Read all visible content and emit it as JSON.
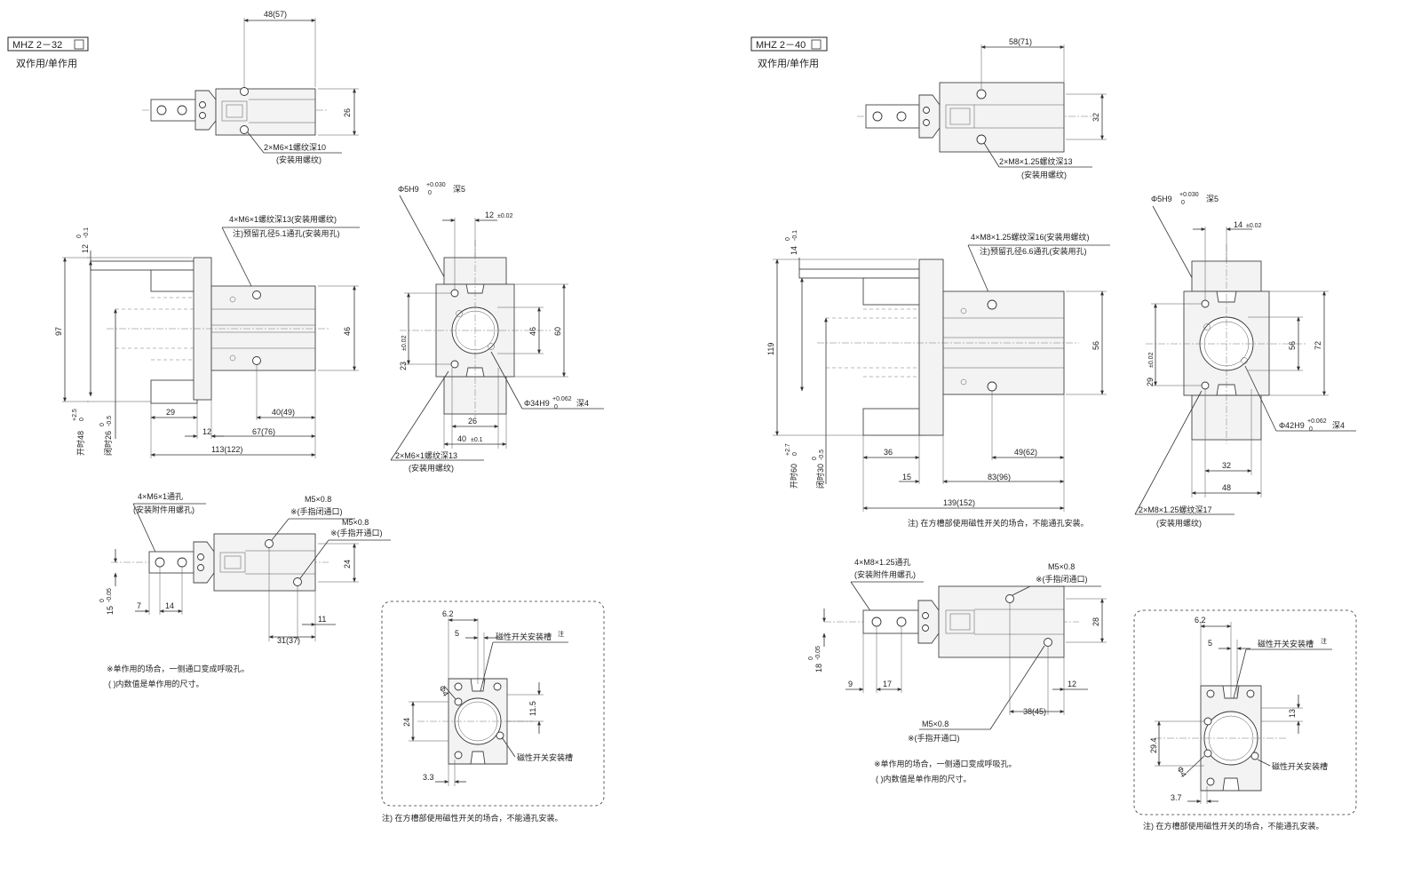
{
  "left": {
    "model": "MHZ 2－32",
    "subtitle": "双作用/单作用",
    "top_view": {
      "dim_width": "48(57)",
      "dim_height": "26",
      "thread_note": "2×M6×1螺纹深10",
      "thread_note_2": "(安装用螺纹)"
    },
    "front_view": {
      "thread_note": "4×M6×1螺纹深13(安装用螺纹)",
      "thread_note_2": "注)预留孔径5.1通孔(安装用孔)",
      "dim_97": "97",
      "dim_12": "12",
      "dim_12_tol_top": "0",
      "dim_12_tol_bot": "-0.1",
      "dim_46": "46",
      "dim_29": "29",
      "dim_40": "40(49)",
      "dim_12b": "12",
      "dim_67": "67(76)",
      "dim_113": "113(122)",
      "open": "开时48",
      "open_tol_top": "+2.5",
      "open_tol_bot": "0",
      "close": "闭时26",
      "close_tol_top": "0",
      "close_tol_bot": "-0.5"
    },
    "side_view": {
      "pin_hole": "Φ5H9",
      "pin_tol_top": "+0.030",
      "pin_tol_bot": "0",
      "pin_depth": "深5",
      "dim_12": "12",
      "dim_12_tol": "±0.02",
      "dim_23": "23",
      "dim_23_tol": "±0.02",
      "dim_46": "46",
      "dim_60": "60",
      "bore": "Φ34H9",
      "bore_tol_top": "+0.062",
      "bore_tol_bot": "0",
      "bore_depth": "深4",
      "dim_26": "26",
      "dim_40": "40",
      "dim_40_tol": "±0.1",
      "thread_note": "2×M6×1螺纹深13",
      "thread_note_2": "(安装用螺纹)"
    },
    "bottom_view": {
      "hole_note": "4×M6×1通孔",
      "hole_note_2": "(安装附件用螺孔)",
      "port1": "M5×0.8",
      "port1_note": "※(手指闭通口)",
      "port2": "M5×0.8",
      "port2_note": "※(手指开通口)",
      "dim_24": "24",
      "dim_15": "15",
      "dim_15_tol_top": "0",
      "dim_15_tol_bot": "-0.05",
      "dim_7": "7",
      "dim_14": "14",
      "dim_11": "11",
      "dim_31": "31(37)"
    },
    "notes": [
      "※单作用的场合，一侧通口变成呼吸孔。",
      "(  )内数值是单作用的尺寸。"
    ],
    "detail": {
      "dim_62": "6.2",
      "dim_5": "5",
      "slot_label": "磁性开关安装槽",
      "note_mark": "注",
      "dim_115": "11.5",
      "phi4": "Φ4",
      "dim_24": "24",
      "slot_label_2": "磁性开关安装槽",
      "dim_33": "3.3",
      "footnote": "注) 在方槽部使用磁性开关的场合，不能通孔安装。"
    }
  },
  "right": {
    "model": "MHZ 2－40",
    "subtitle": "双作用/单作用",
    "top_view": {
      "dim_width": "58(71)",
      "dim_height": "32",
      "thread_note": "2×M8×1.25螺纹深13",
      "thread_note_2": "(安装用螺纹)"
    },
    "front_view": {
      "thread_note": "4×M8×1.25螺纹深16(安装用螺纹)",
      "thread_note_2": "注)预留孔径6.6通孔(安装用孔)",
      "dim_119": "119",
      "dim_14": "14",
      "dim_14_tol_top": "0",
      "dim_14_tol_bot": "-0.1",
      "dim_56": "56",
      "dim_36": "36",
      "dim_49": "49(62)",
      "dim_15": "15",
      "dim_83": "83(96)",
      "dim_139": "139(152)",
      "open": "开时60",
      "open_tol_top": "+2.7",
      "open_tol_bot": "0",
      "close": "闭时30",
      "close_tol_top": "0",
      "close_tol_bot": "-0.5",
      "footnote": "注) 在方槽部使用磁性开关的场合，不能通孔安装。"
    },
    "side_view": {
      "pin_hole": "Φ5H9",
      "pin_tol_top": "+0.030",
      "pin_tol_bot": "0",
      "pin_depth": "深5",
      "dim_14": "14",
      "dim_14_tol": "±0.02",
      "dim_29": "29",
      "dim_29_tol": "±0.02",
      "dim_56": "56",
      "dim_72": "72",
      "bore": "Φ42H9",
      "bore_tol_top": "+0.062",
      "bore_tol_bot": "0",
      "bore_depth": "深4",
      "dim_32": "32",
      "dim_48": "48",
      "thread_note": "2×M8×1.25螺纹深17",
      "thread_note_2": "(安装用螺纹)"
    },
    "bottom_view": {
      "hole_note": "4×M8×1.25通孔",
      "hole_note_2": "(安装附件用螺孔)",
      "port1": "M5×0.8",
      "port1_note": "※(手指闭通口)",
      "port2": "M5×0.8",
      "port2_note": "※(手指开通口)",
      "dim_28": "28",
      "dim_18": "18",
      "dim_18_tol_top": "0",
      "dim_18_tol_bot": "-0.05",
      "dim_9": "9",
      "dim_17": "17",
      "dim_12": "12",
      "dim_38": "38(45)"
    },
    "notes": [
      "※单作用的场合，一侧通口变成呼吸孔。",
      "(  )内数值是单作用的尺寸。"
    ],
    "detail": {
      "dim_62": "6.2",
      "dim_5": "5",
      "slot_label": "磁性开关安装槽",
      "note_mark": "注",
      "dim_13": "13",
      "dim_294": "29.4",
      "phi4": "Φ4",
      "slot_label_2": "磁性开关安装槽",
      "dim_37": "3.7",
      "footnote": "注) 在方槽部使用磁性开关的场合，不能通孔安装。"
    }
  }
}
